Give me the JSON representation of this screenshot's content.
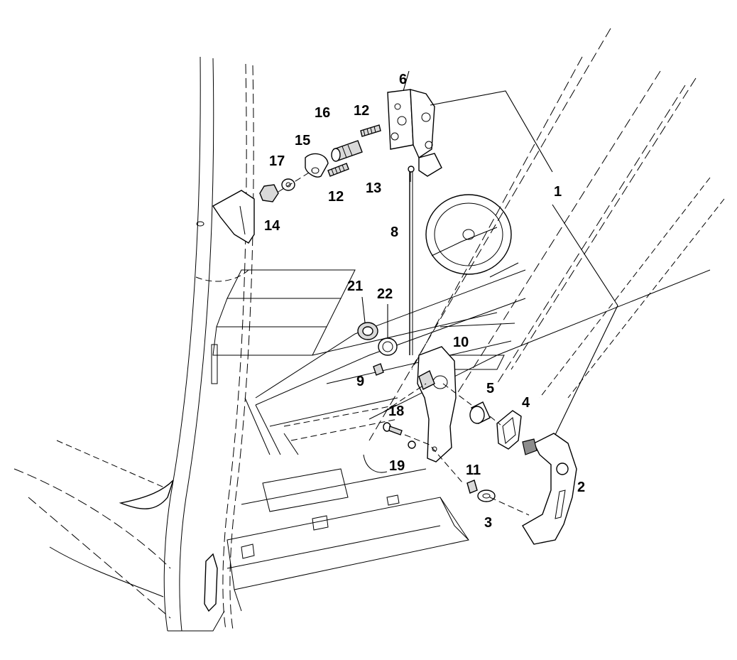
{
  "callouts": {
    "c1": "1",
    "c2": "2",
    "c3": "3",
    "c4": "4",
    "c5": "5",
    "c6": "6",
    "c8": "8",
    "c9": "9",
    "c10": "10",
    "c11": "11",
    "c12a": "12",
    "c12b": "12",
    "c13": "13",
    "c14": "14",
    "c15": "15",
    "c16": "16",
    "c17": "17",
    "c18": "18",
    "c19": "19",
    "c21": "21",
    "c22": "22"
  }
}
